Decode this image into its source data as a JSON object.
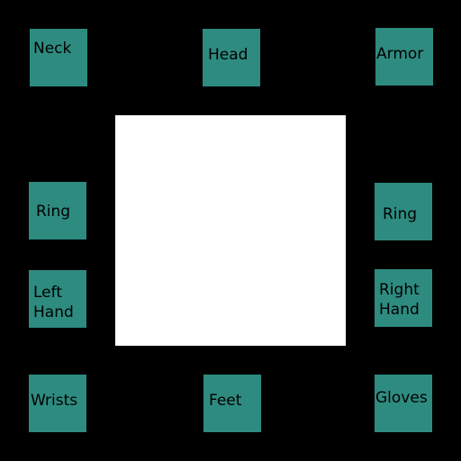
{
  "colors": {
    "background": "#000000",
    "slot": "#2e8b80",
    "slot_text": "#000000",
    "preview": "#ffffff"
  },
  "slots": {
    "neck": "Neck",
    "head": "Head",
    "armor": "Armor",
    "ring_left": "Ring",
    "ring_right": "Ring",
    "left_hand": "Left\nHand",
    "right_hand": "Right\nHand",
    "wrists": "Wrists",
    "feet": "Feet",
    "gloves": "Gloves"
  }
}
